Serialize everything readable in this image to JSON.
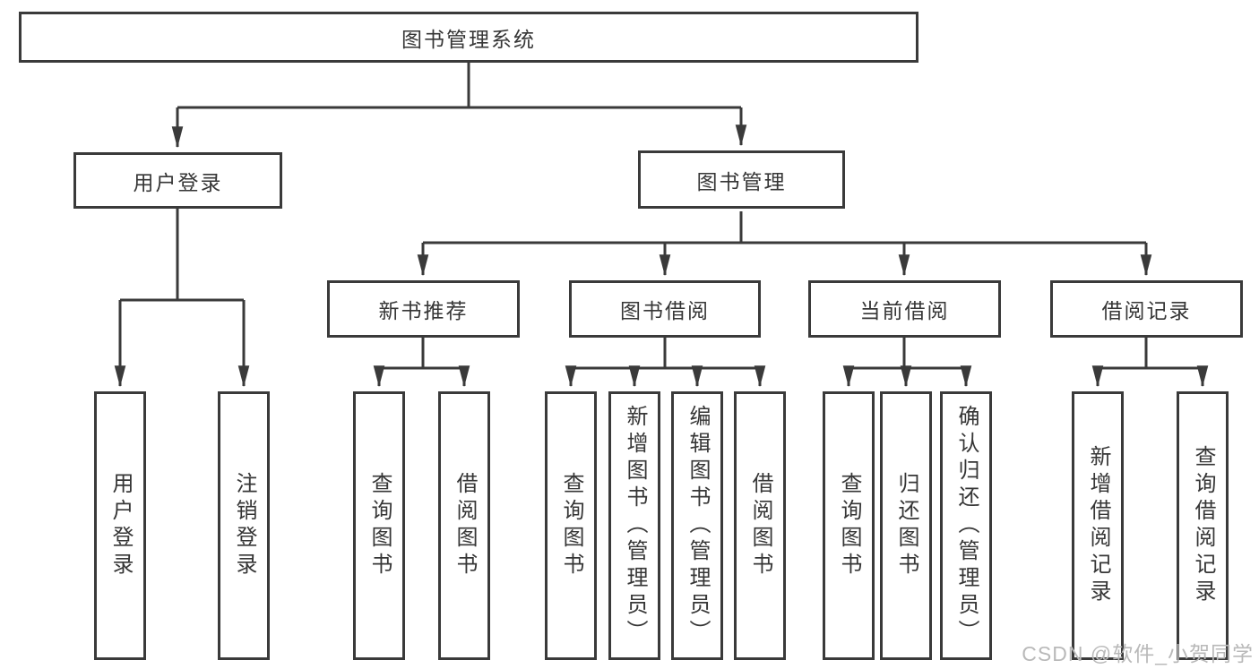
{
  "colors": {
    "line": "#3a3a3a",
    "box_border": "#3a3a3a",
    "text": "#363636",
    "watermark": "#b9b9b9",
    "background": "#ffffff"
  },
  "watermark": "CSDN @软件_小贺同学",
  "tree": {
    "root": "图书管理系统",
    "children": [
      {
        "label": "用户登录",
        "children": [
          "用户登录",
          "注销登录"
        ]
      },
      {
        "label": "图书管理",
        "children": [
          {
            "label": "新书推荐",
            "children": [
              "查询图书",
              "借阅图书"
            ]
          },
          {
            "label": "图书借阅",
            "children": [
              "查询图书",
              "新增图书（管理员）",
              "编辑图书（管理员）",
              "借阅图书"
            ]
          },
          {
            "label": "当前借阅",
            "children": [
              "查询图书",
              "归还图书",
              "确认归还（管理员）"
            ]
          },
          {
            "label": "借阅记录",
            "children": [
              "新增借阅记录",
              "查询借阅记录"
            ]
          }
        ]
      }
    ]
  }
}
